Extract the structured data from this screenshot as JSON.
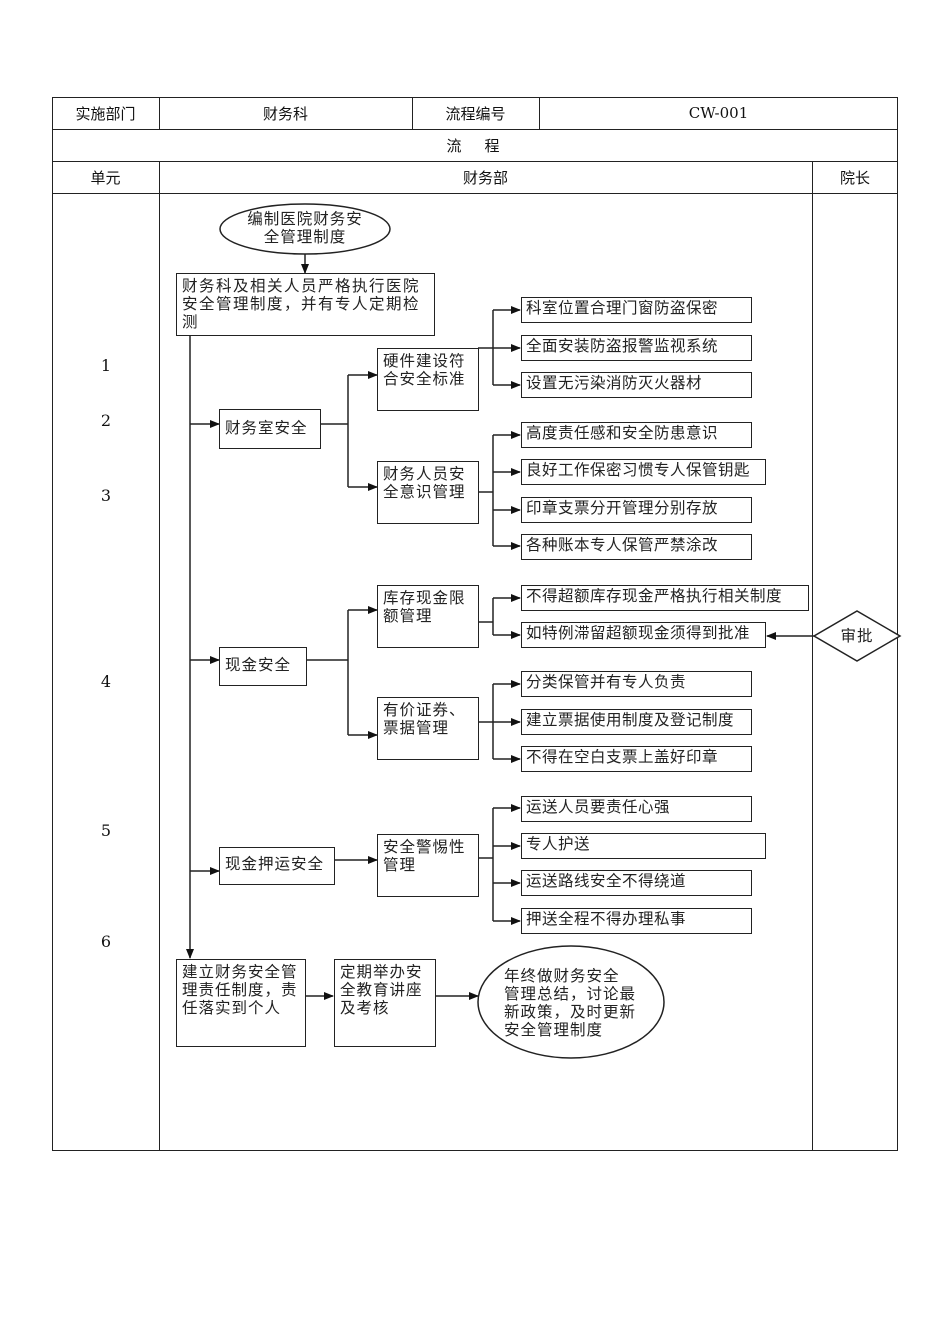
{
  "header": {
    "dept_label": "实施部门",
    "dept_value": "财务科",
    "code_label": "流程编号",
    "code_value": "CW-001",
    "process_title": "流　程",
    "col_unit": "单元",
    "col_finance": "财务部",
    "col_president": "院长"
  },
  "units": [
    "1",
    "2",
    "3",
    "4",
    "5",
    "6"
  ],
  "flow": {
    "start": "编制医院财务安全管理制度",
    "start_lines": [
      "编制医院财务安",
      "全管理制度"
    ],
    "main": [
      "财务科及相关人员严格执行医院",
      "安全管理制度，并有专人定期检测"
    ],
    "sections": [
      {
        "title": "财务室安全",
        "groups": [
          {
            "title_lines": [
              "硬件建设符",
              "合安全标准"
            ],
            "items": [
              "科室位置合理门窗防盗保密",
              "全面安装防盗报警监视系统",
              "设置无污染消防灭火器材"
            ]
          },
          {
            "title_lines": [
              "财务人员安",
              "全意识管理"
            ],
            "items": [
              "高度责任感和安全防患意识",
              "良好工作保密习惯专人保管钥匙",
              "印章支票分开管理分别存放",
              "各种账本专人保管严禁涂改"
            ]
          }
        ]
      },
      {
        "title": "现金安全",
        "groups": [
          {
            "title_lines": [
              "库存现金限",
              "额管理"
            ],
            "items": [
              "不得超额库存现金严格执行相关制度",
              "如特例滞留超额现金须得到批准"
            ]
          },
          {
            "title_lines": [
              "有价证券、",
              "票据管理"
            ],
            "items": [
              "分类保管并有专人负责",
              "建立票据使用制度及登记制度",
              "不得在空白支票上盖好印章"
            ]
          }
        ]
      },
      {
        "title": "现金押运安全",
        "groups": [
          {
            "title_lines": [
              "安全警惕性",
              "管理"
            ],
            "items": [
              "运送人员要责任心强",
              "专人护送",
              "运送路线安全不得绕道",
              "押送全程不得办理私事"
            ]
          }
        ]
      }
    ],
    "bottom": {
      "responsibility_lines": [
        "建立财务安全管",
        "理责任制度，责",
        "任落实到个人"
      ],
      "education_lines": [
        "定期举办安",
        "全教育讲座",
        "及考核"
      ],
      "summary_lines": [
        "年终做财务安全",
        "管理总结，讨论最",
        "新政策，及时更新",
        "安全管理制度"
      ]
    },
    "approval": "审批"
  }
}
